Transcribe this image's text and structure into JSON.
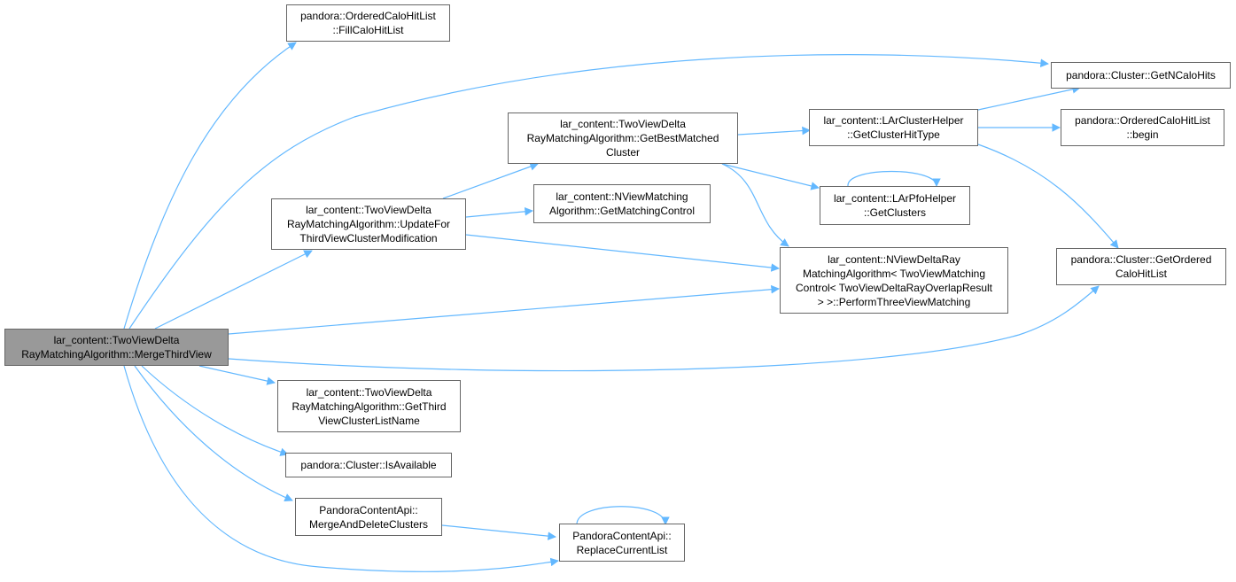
{
  "graph": {
    "edge_color": "#63b8ff",
    "root_fill": "#999999",
    "node_border": "#666666",
    "nodes": {
      "merge": [
        "lar_content::TwoViewDelta",
        "RayMatchingAlgorithm::MergeThirdView"
      ],
      "fill": [
        "pandora::OrderedCaloHitList",
        "::FillCaloHitList"
      ],
      "getncalo": [
        "pandora::Cluster::GetNCaloHits"
      ],
      "bestmatched": [
        "lar_content::TwoViewDelta",
        "RayMatchingAlgorithm::GetBestMatched",
        "Cluster"
      ],
      "hittype": [
        "lar_content::LArClusterHelper",
        "::GetClusterHitType"
      ],
      "begin": [
        "pandora::OrderedCaloHitList",
        "::begin"
      ],
      "update": [
        "lar_content::TwoViewDelta",
        "RayMatchingAlgorithm::UpdateFor",
        "ThirdViewClusterModification"
      ],
      "matchctrl": [
        "lar_content::NViewMatching",
        "Algorithm::GetMatchingControl"
      ],
      "getclusters": [
        "lar_content::LArPfoHelper",
        "::GetClusters"
      ],
      "ordered": [
        "pandora::Cluster::GetOrdered",
        "CaloHitList"
      ],
      "perform": [
        "lar_content::NViewDeltaRay",
        "MatchingAlgorithm< TwoViewMatching",
        "Control< TwoViewDeltaRayOverlapResult",
        "> >::PerformThreeViewMatching"
      ],
      "thirdname": [
        "lar_content::TwoViewDelta",
        "RayMatchingAlgorithm::GetThird",
        "ViewClusterListName"
      ],
      "isavail": [
        "pandora::Cluster::IsAvailable"
      ],
      "mergedel": [
        "PandoraContentApi::",
        "MergeAndDeleteClusters"
      ],
      "replace": [
        "PandoraContentApi::",
        "ReplaceCurrentList"
      ]
    }
  }
}
